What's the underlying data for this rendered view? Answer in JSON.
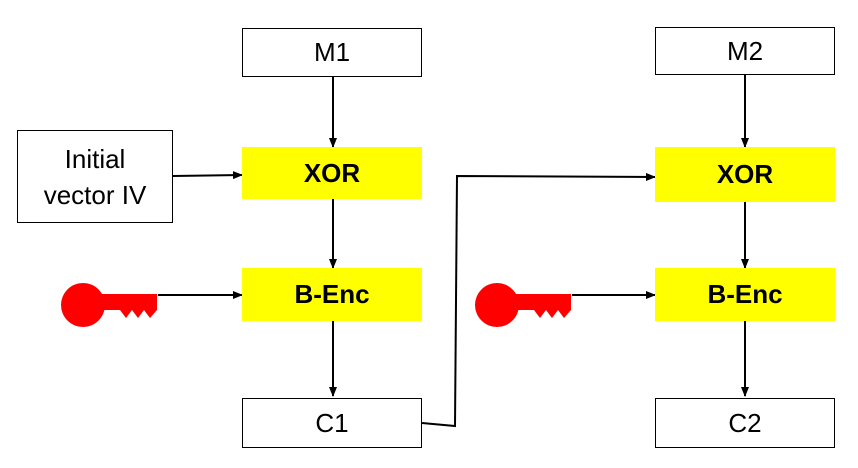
{
  "diagram": {
    "block1": {
      "message": "M1",
      "xor": "XOR",
      "encrypt": "B-Enc",
      "ciphertext": "C1"
    },
    "block2": {
      "message": "M2",
      "xor": "XOR",
      "encrypt": "B-Enc",
      "ciphertext": "C2"
    },
    "initial_vector": "Initial\nvector IV",
    "key_icon": "key-icon",
    "key_color": "#ff0000",
    "operation_fill": "#ffff00"
  }
}
